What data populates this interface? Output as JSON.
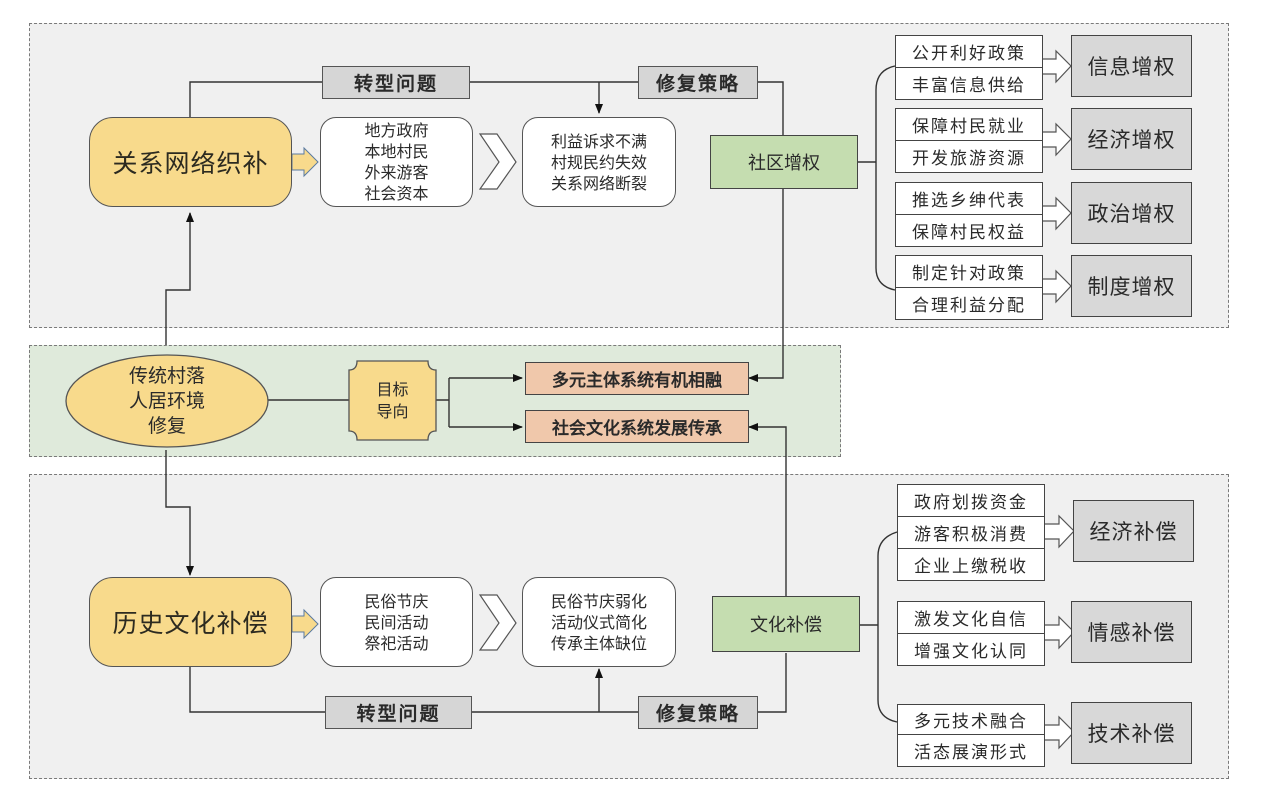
{
  "center": {
    "title_lines": [
      "传统村落",
      "人居环境",
      "修复"
    ],
    "orientation_lines": [
      "目标",
      "导向"
    ],
    "goals": [
      "多元主体系统有机相融",
      "社会文化系统发展传承"
    ]
  },
  "top_section": {
    "main_node": "关系网络织补",
    "problem_tag": "转型问题",
    "strategy_tag": "修复策略",
    "actors": [
      "地方政府",
      "本地村民",
      "外来游客",
      "社会资本"
    ],
    "problems": [
      "利益诉求不满",
      "村规民约失效",
      "关系网络断裂"
    ],
    "strategy_node": "社区增权",
    "groups": [
      {
        "items": [
          "公开利好政策",
          "丰富信息供给"
        ],
        "category": "信息增权"
      },
      {
        "items": [
          "保障村民就业",
          "开发旅游资源"
        ],
        "category": "经济增权"
      },
      {
        "items": [
          "推选乡绅代表",
          "保障村民权益"
        ],
        "category": "政治增权"
      },
      {
        "items": [
          "制定针对政策",
          "合理利益分配"
        ],
        "category": "制度增权"
      }
    ]
  },
  "bottom_section": {
    "main_node": "历史文化补偿",
    "problem_tag": "转型问题",
    "strategy_tag": "修复策略",
    "actors": [
      "民俗节庆",
      "民间活动",
      "祭祀活动"
    ],
    "problems": [
      "民俗节庆弱化",
      "活动仪式简化",
      "传承主体缺位"
    ],
    "strategy_node": "文化补偿",
    "groups": [
      {
        "items": [
          "政府划拨资金",
          "游客积极消费",
          "企业上缴税收"
        ],
        "category": "经济补偿"
      },
      {
        "items": [
          "激发文化自信",
          "增强文化认同"
        ],
        "category": "情感补偿"
      },
      {
        "items": [
          "多元技术融合",
          "活态展演形式"
        ],
        "category": "技术补偿"
      }
    ]
  },
  "colors": {
    "main_node_fill": "#f8da8c",
    "strategy_fill": "#c5ddb0",
    "goal_fill": "#f0c8ab",
    "category_fill": "#d8d8d8",
    "tag_fill": "#d6d6d6",
    "panel_gray": "#f0f0f0",
    "panel_green": "#dfeadb"
  }
}
